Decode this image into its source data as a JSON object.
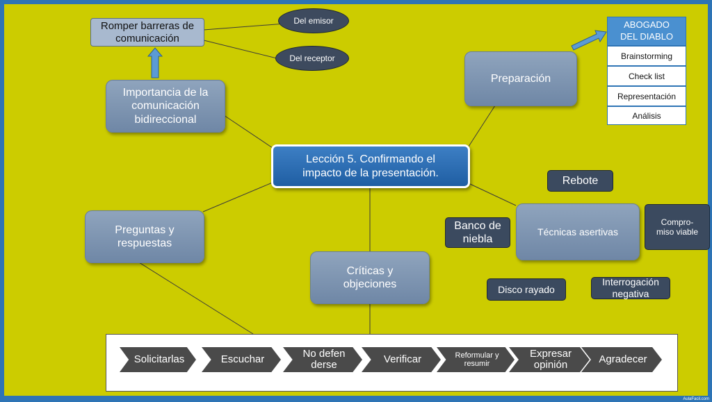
{
  "center_topic": "Lección 5. Confirmando el impacto de la presentación.",
  "nodes": {
    "barreras": "Romper barreras de comunicación",
    "emisor": "Del emisor",
    "receptor": "Del receptor",
    "importancia": "Importancia de la comunicación bidireccional",
    "preparacion": "Preparación",
    "preguntas": "Preguntas y respuestas",
    "criticas": "Críticas y objeciones",
    "tecnicas": "Técnicas asertivas",
    "rebote": "Rebote",
    "banco": "Banco de niebla",
    "compromiso": "Compro-miso viable",
    "disco": "Disco rayado",
    "interrogacion": "Interrogación negativa"
  },
  "preparation_table": {
    "header": "ABOGADO DEL DIABLO",
    "rows": [
      "Brainstorming",
      "Check list",
      "Representación",
      "Análisis"
    ]
  },
  "process_steps": [
    "Solicitarlas",
    "Escuchar",
    "No defen derse",
    "Verificar",
    "Reformular y resumir",
    "Expresar opinión",
    "Agradecer"
  ],
  "watermark": "AulaFacil.com",
  "colors": {
    "background": "#cccc00",
    "frame": "#2e74b5",
    "center": "#1f5ea3",
    "node": "#7f96b2"
  }
}
